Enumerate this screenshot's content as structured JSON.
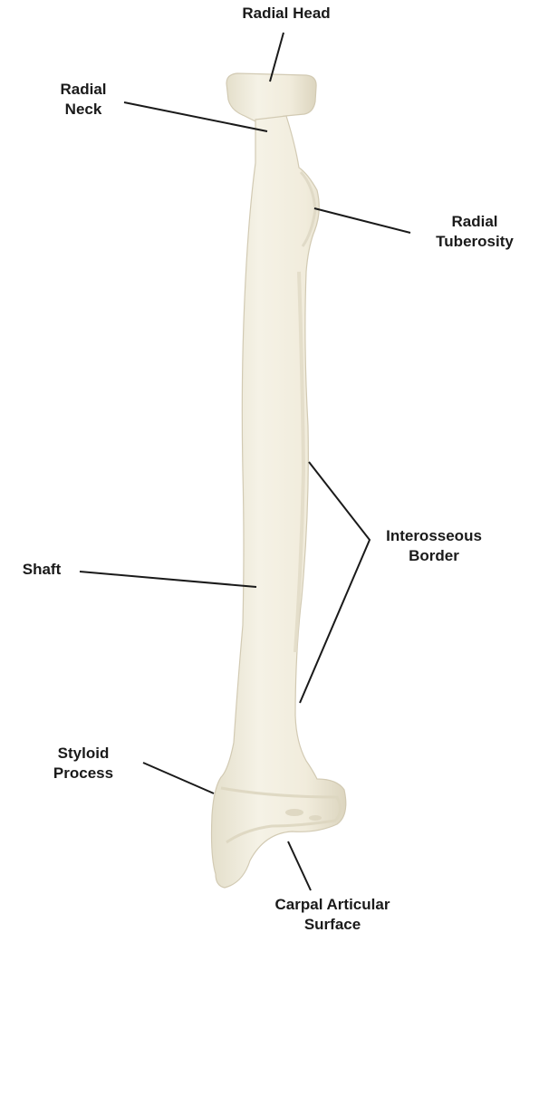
{
  "labels": {
    "radial_head": {
      "lines": [
        "Radial Head"
      ]
    },
    "radial_neck": {
      "lines": [
        "Radial",
        "Neck"
      ]
    },
    "radial_tuberosity": {
      "lines": [
        "Radial",
        "Tuberosity"
      ]
    },
    "interosseous_border": {
      "lines": [
        "Interosseous",
        "Border"
      ]
    },
    "shaft": {
      "lines": [
        "Shaft"
      ]
    },
    "styloid_process": {
      "lines": [
        "Styloid",
        "Process"
      ]
    },
    "carpal_articular_surface": {
      "lines": [
        "Carpal Articular",
        "Surface"
      ]
    }
  },
  "colors": {
    "bone_fill": "#f3efe1",
    "bone_shade": "#dcd6c2",
    "bone_outline": "#d2cab3",
    "leader_line": "#1a1a1a",
    "label_text": "#1a1a1a"
  }
}
